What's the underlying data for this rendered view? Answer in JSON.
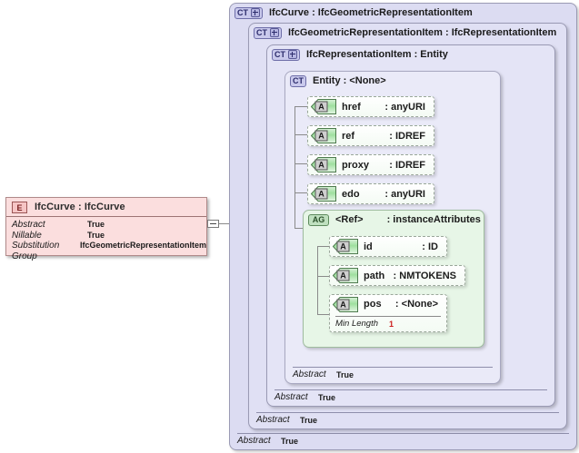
{
  "element_box": {
    "badge": "E",
    "title": "IfcCurve : IfcCurve",
    "properties": [
      {
        "key": "Abstract",
        "value": "True"
      },
      {
        "key": "Nillable",
        "value": "True"
      },
      {
        "key": "Substitution Group",
        "value": "IfcGeometricRepresentationItem"
      }
    ]
  },
  "connector": {
    "collapse_icon": "minus-box-icon"
  },
  "containers": [
    {
      "badge": "CT",
      "has_plus": true,
      "title": "IfcCurve : IfcGeometricRepresentationItem",
      "footer_key": "Abstract",
      "footer_value": "True"
    },
    {
      "badge": "CT",
      "has_plus": true,
      "title": "IfcGeometricRepresentationItem : IfcRepresentationItem",
      "footer_key": "Abstract",
      "footer_value": "True"
    },
    {
      "badge": "CT",
      "has_plus": true,
      "title": "IfcRepresentationItem : Entity",
      "footer_key": "Abstract",
      "footer_value": "True"
    },
    {
      "badge": "CT",
      "has_plus": false,
      "title": "Entity     : <None>",
      "footer_key": "Abstract",
      "footer_value": "True"
    }
  ],
  "entity_attributes": [
    {
      "badge": "A",
      "name": "href",
      "type": ": anyURI"
    },
    {
      "badge": "A",
      "name": "ref",
      "type": ": IDREF"
    },
    {
      "badge": "A",
      "name": "proxy",
      "type": ": IDREF"
    },
    {
      "badge": "A",
      "name": "edo",
      "type": ": anyURI"
    }
  ],
  "attribute_group": {
    "badge": "AG",
    "title": "<Ref>",
    "type": ": instanceAttributes",
    "attributes": [
      {
        "badge": "A",
        "name": "id",
        "type": ": ID"
      },
      {
        "badge": "A",
        "name": "path",
        "type": ": NMTOKENS"
      },
      {
        "badge": "A",
        "name": "pos",
        "type": ": <None>",
        "facet": {
          "key": "Min Length",
          "value": "1"
        }
      }
    ]
  },
  "colors": {
    "element_fill": "#fbdede",
    "element_border": "#b08a8a",
    "container_fill": "#dcdcf2",
    "container_border": "#9a9ab4",
    "attribute_fill": "#f4fbf4",
    "attribute_group_fill": "#e7f6e7",
    "facet_value": "#cc2020"
  }
}
